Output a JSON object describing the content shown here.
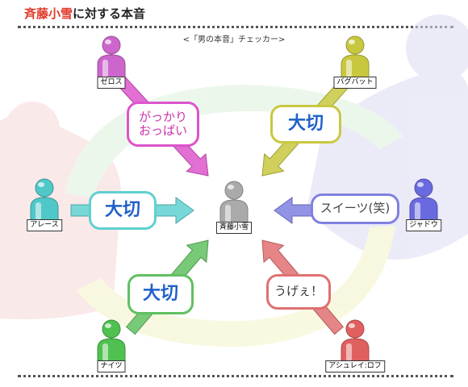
{
  "header": {
    "title_highlight": "斉藤小雪",
    "title_rest": "に対する本音",
    "subtitle": "<「男の本音」チェッカー>"
  },
  "center": {
    "name": "斉藤小雪",
    "color": "#aaaaaa"
  },
  "people": {
    "top_left": {
      "name": "ゼロス",
      "color": "#cc66cc"
    },
    "top_right": {
      "name": "バグバット",
      "color": "#c8c840"
    },
    "left": {
      "name": "アレース",
      "color": "#50c8c8"
    },
    "right": {
      "name": "ジャドウ",
      "color": "#6a6ae0"
    },
    "bottom_left": {
      "name": "ナイツ",
      "color": "#50c050"
    },
    "bottom_right": {
      "name": "アシュレイ:ロフ",
      "color": "#e06060"
    }
  },
  "feelings": {
    "top_left": {
      "line1": "がっかり",
      "line2": "おっぱい",
      "border": "#dd55cc",
      "text": "#cc33aa"
    },
    "top_right": {
      "text": "大切",
      "border": "#c8c840"
    },
    "left": {
      "text": "大切",
      "border": "#60d0d0"
    },
    "right": {
      "text": "スイーツ(笑)",
      "border": "#8080e0",
      "text_color": "#444444"
    },
    "bottom_left": {
      "text": "大切",
      "border": "#60c060"
    },
    "bottom_right": {
      "text": "うげぇ！",
      "border": "#e07070",
      "text_color": "#333333"
    }
  }
}
